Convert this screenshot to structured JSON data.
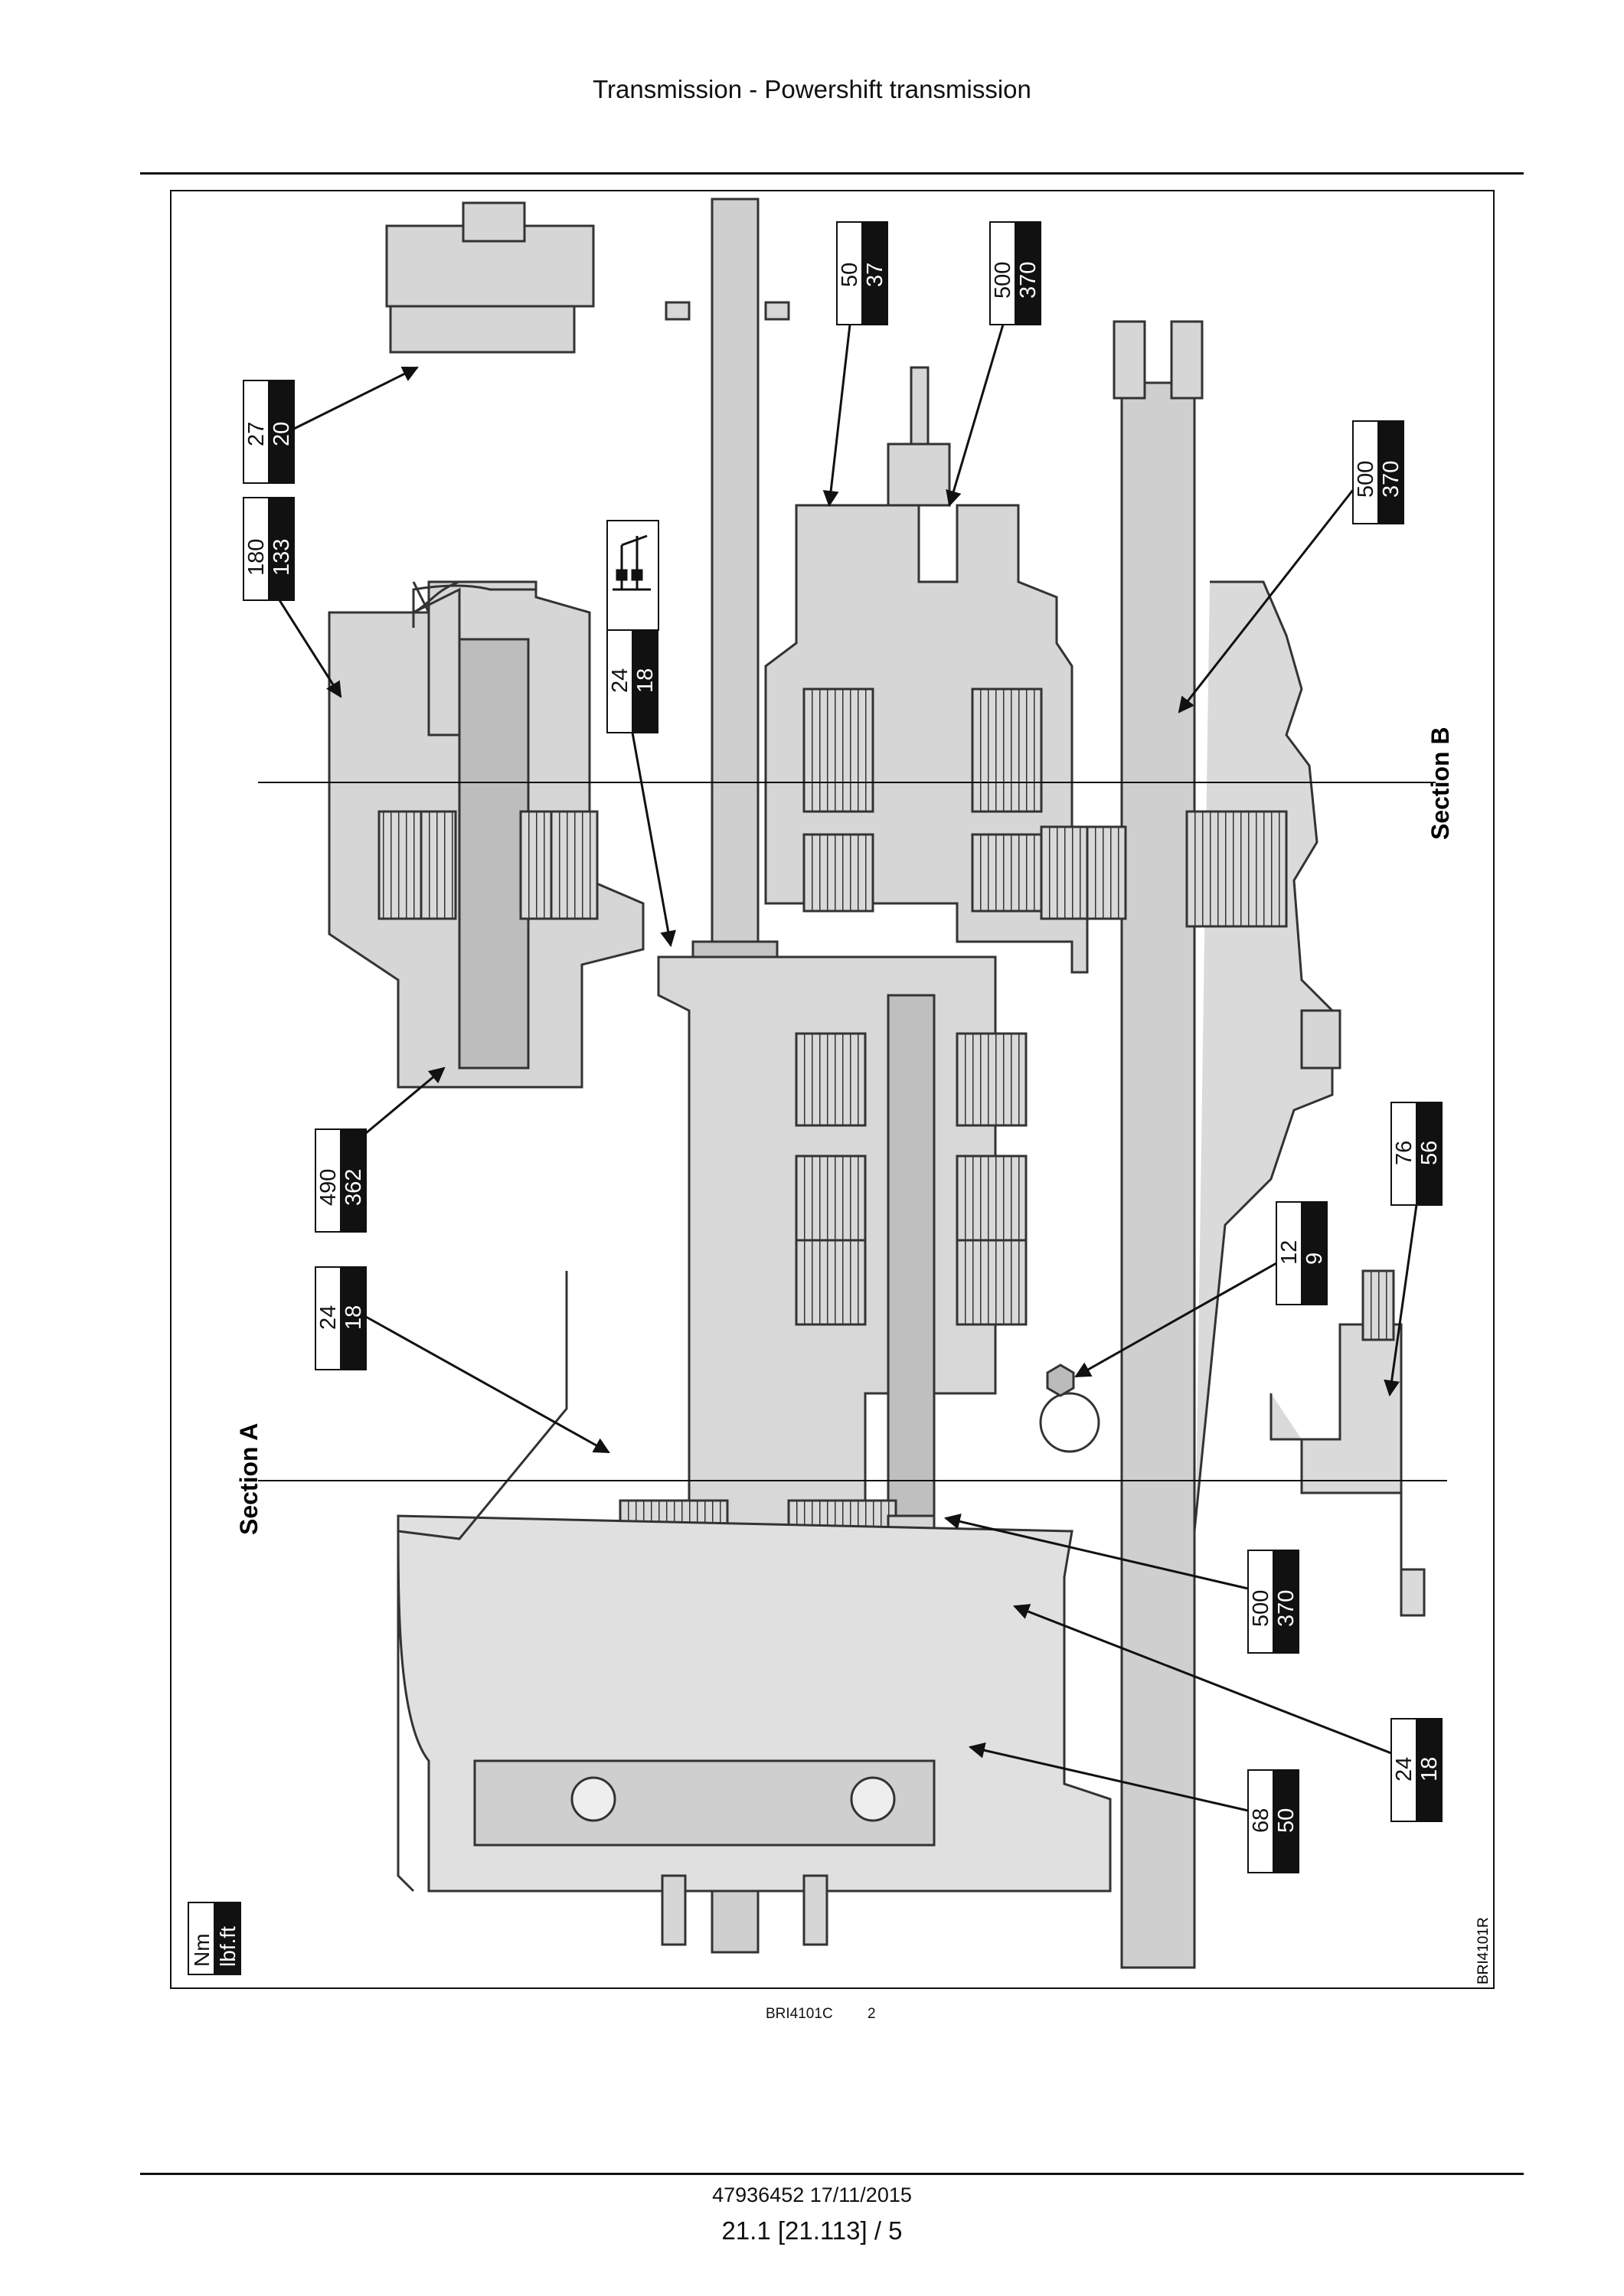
{
  "header": {
    "title": "Transmission - Powershift transmission"
  },
  "figure": {
    "units": {
      "top": "Nm",
      "bottom": "lbf.ft"
    },
    "section_labels": {
      "a": "Section A",
      "b": "Section B"
    },
    "side_code": "BRI4101R",
    "torque_callouts": [
      {
        "nm": "27",
        "lbf": "20"
      },
      {
        "nm": "180",
        "lbf": "133"
      },
      {
        "nm": "24",
        "lbf": "18"
      },
      {
        "nm": "50",
        "lbf": "37"
      },
      {
        "nm": "500",
        "lbf": "370"
      },
      {
        "nm": "500",
        "lbf": "370"
      },
      {
        "nm": "490",
        "lbf": "362"
      },
      {
        "nm": "24",
        "lbf": "18"
      },
      {
        "nm": "76",
        "lbf": "56"
      },
      {
        "nm": "12",
        "lbf": "9"
      },
      {
        "nm": "500",
        "lbf": "370"
      },
      {
        "nm": "24",
        "lbf": "18"
      },
      {
        "nm": "68",
        "lbf": "50"
      }
    ]
  },
  "caption": {
    "code": "BRI4101C",
    "number": "2"
  },
  "footer": {
    "doc": "47936452 17/11/2015",
    "page": "21.1 [21.113] / 5"
  }
}
